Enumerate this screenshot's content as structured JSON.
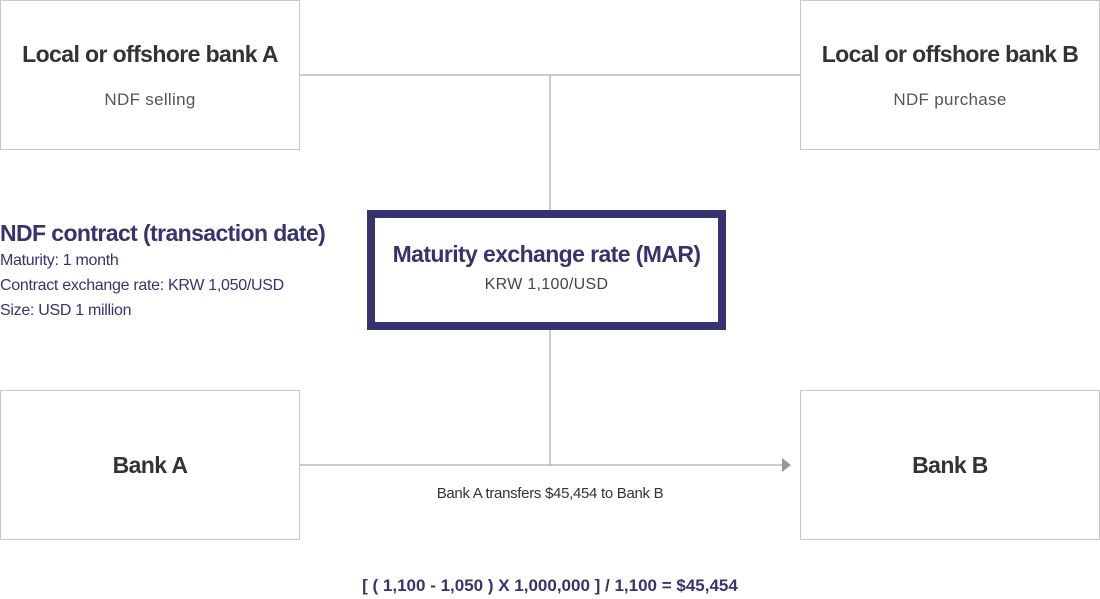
{
  "top_left": {
    "title": "Local or offshore bank A",
    "subtitle": "NDF selling"
  },
  "top_right": {
    "title": "Local or offshore bank B",
    "subtitle": "NDF purchase"
  },
  "center": {
    "title": "Maturity exchange rate (MAR)",
    "subtitle": "KRW 1,100/USD"
  },
  "contract": {
    "title": "NDF contract (transaction date)",
    "lines": [
      "Maturity: 1 month",
      "Contract exchange rate: KRW 1,050/USD",
      "Size: USD 1 million"
    ]
  },
  "bottom_left": {
    "title": "Bank A"
  },
  "bottom_right": {
    "title": "Bank B"
  },
  "transfer_label": "Bank A transfers $45,454 to Bank B",
  "formula": "[ ( 1,100 - 1,050 ) X 1,000,000 ] / 1,100 = $45,454",
  "colors": {
    "accent": "#37336f",
    "border": "#c8c8c8",
    "line": "#999999"
  }
}
